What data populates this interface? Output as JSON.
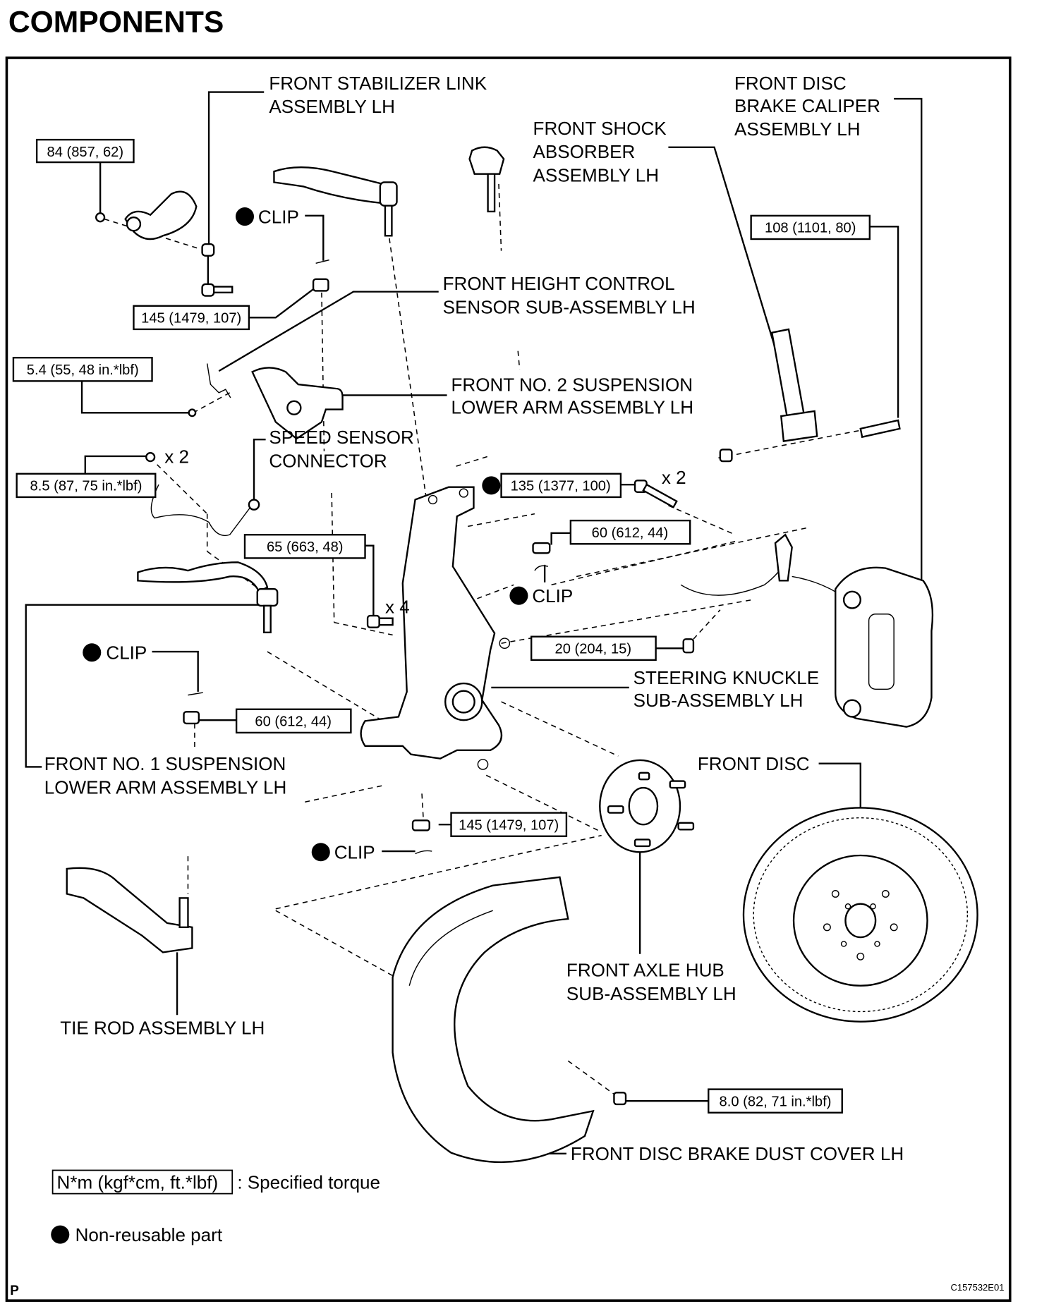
{
  "title": "COMPONENTS",
  "figure_code": "C157532E01",
  "page_marker": "P",
  "labels": {
    "stabilizer_link": [
      "FRONT STABILIZER LINK",
      "ASSEMBLY LH"
    ],
    "shock_absorber": [
      "FRONT SHOCK",
      "ABSORBER",
      "ASSEMBLY LH"
    ],
    "caliper": [
      "FRONT DISC",
      "BRAKE CALIPER",
      "ASSEMBLY LH"
    ],
    "height_sensor": [
      "FRONT HEIGHT CONTROL",
      "SENSOR SUB-ASSEMBLY LH"
    ],
    "no2_lower_arm": [
      "FRONT NO. 2 SUSPENSION",
      "LOWER ARM ASSEMBLY LH"
    ],
    "speed_sensor": [
      "SPEED SENSOR",
      "CONNECTOR"
    ],
    "steering_knuckle": [
      "STEERING KNUCKLE",
      "SUB-ASSEMBLY LH"
    ],
    "no1_lower_arm": [
      "FRONT NO. 1 SUSPENSION",
      "LOWER ARM ASSEMBLY LH"
    ],
    "front_disc": [
      "FRONT DISC"
    ],
    "axle_hub": [
      "FRONT AXLE HUB",
      "SUB-ASSEMBLY LH"
    ],
    "tie_rod": [
      "TIE ROD ASSEMBLY LH"
    ],
    "dust_cover": [
      "FRONT DISC BRAKE DUST COVER LH"
    ]
  },
  "clip_label": "CLIP",
  "torques": {
    "t84": "84 (857, 62)",
    "t145a": "145 (1479, 107)",
    "t54": "5.4 (55, 48 in.*lbf)",
    "t85": "8.5 (87, 75 in.*lbf)",
    "t65": "65 (663, 48)",
    "t135": "135 (1377, 100)",
    "t60a": "60 (612, 44)",
    "t60b": "60 (612, 44)",
    "t108": "108 (1101, 80)",
    "t20": "20 (204, 15)",
    "t145b": "145 (1479, 107)",
    "t80": "8.0 (82, 71 in.*lbf)"
  },
  "multipliers": {
    "m85": "x 2",
    "m135": "x 2",
    "m65": "x 4"
  },
  "legend": {
    "torque_box": "N*m (kgf*cm, ft.*lbf)",
    "torque_desc": ": Specified torque",
    "nonreusable": "Non-reusable part"
  }
}
